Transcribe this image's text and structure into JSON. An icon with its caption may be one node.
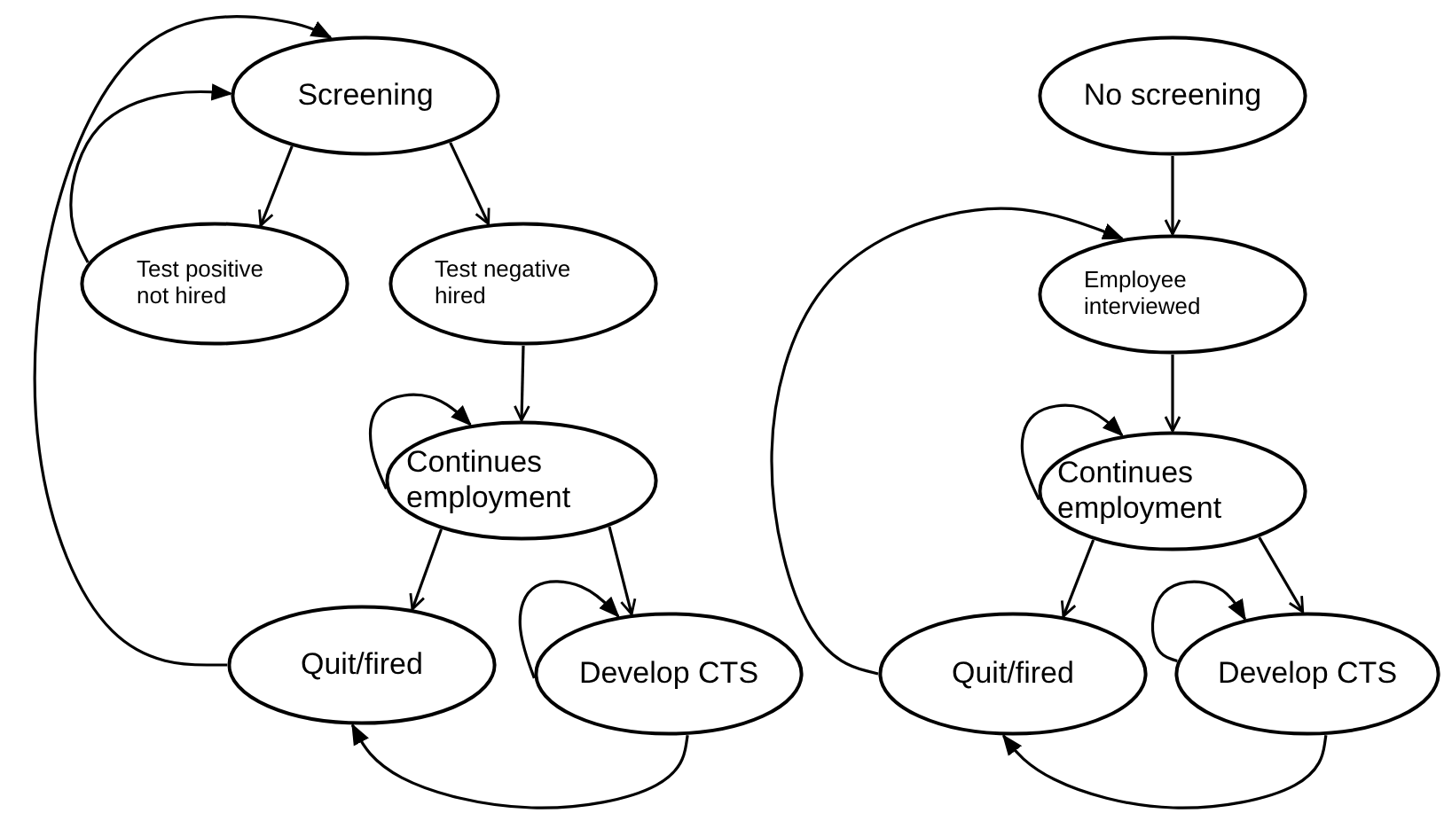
{
  "diagram": {
    "nodes": [
      {
        "text": [
          "Screening"
        ]
      },
      {
        "text": [
          "Test positive not hired"
        ]
      },
      {
        "text": [
          "Test negative hired"
        ]
      },
      {
        "text": [
          "Continues employment"
        ]
      },
      {
        "text": [
          "Quit/fired"
        ]
      },
      {
        "text": [
          "Develop CTS"
        ]
      },
      {
        "text": [
          "No screening"
        ]
      },
      {
        "text": [
          "Employee interviewed"
        ]
      },
      {
        "text": [
          "Continues employment"
        ]
      },
      {
        "text": [
          "Quit/fired"
        ]
      },
      {
        "text": [
          "Develop CTS"
        ]
      }
    ],
    "edges": [
      {
        "from": 0,
        "to": 1,
        "arrow": "to"
      },
      {
        "from": 0,
        "to": 2,
        "arrow": "to"
      },
      {
        "from": 2,
        "to": 3,
        "arrow": "to"
      },
      {
        "from": 3,
        "to": 3,
        "arrow": "to"
      },
      {
        "from": 3,
        "to": 4,
        "arrow": "to"
      },
      {
        "from": 3,
        "to": 5,
        "arrow": "to"
      },
      {
        "from": 5,
        "to": 5,
        "arrow": "to"
      },
      {
        "from": 5,
        "to": 4,
        "arrow": "to"
      },
      {
        "from": 4,
        "to": 0,
        "arrow": "to"
      },
      {
        "from": 1,
        "to": 0,
        "arrow": "to"
      },
      {
        "from": 6,
        "to": 7,
        "arrow": "to"
      },
      {
        "from": 7,
        "to": 8,
        "arrow": "to"
      },
      {
        "from": 8,
        "to": 8,
        "arrow": "to"
      },
      {
        "from": 8,
        "to": 9,
        "arrow": "to"
      },
      {
        "from": 8,
        "to": 10,
        "arrow": "to"
      },
      {
        "from": 10,
        "to": 10,
        "arrow": "to"
      },
      {
        "from": 10,
        "to": 9,
        "arrow": "to"
      },
      {
        "from": 9,
        "to": 7,
        "arrow": "to"
      }
    ]
  }
}
